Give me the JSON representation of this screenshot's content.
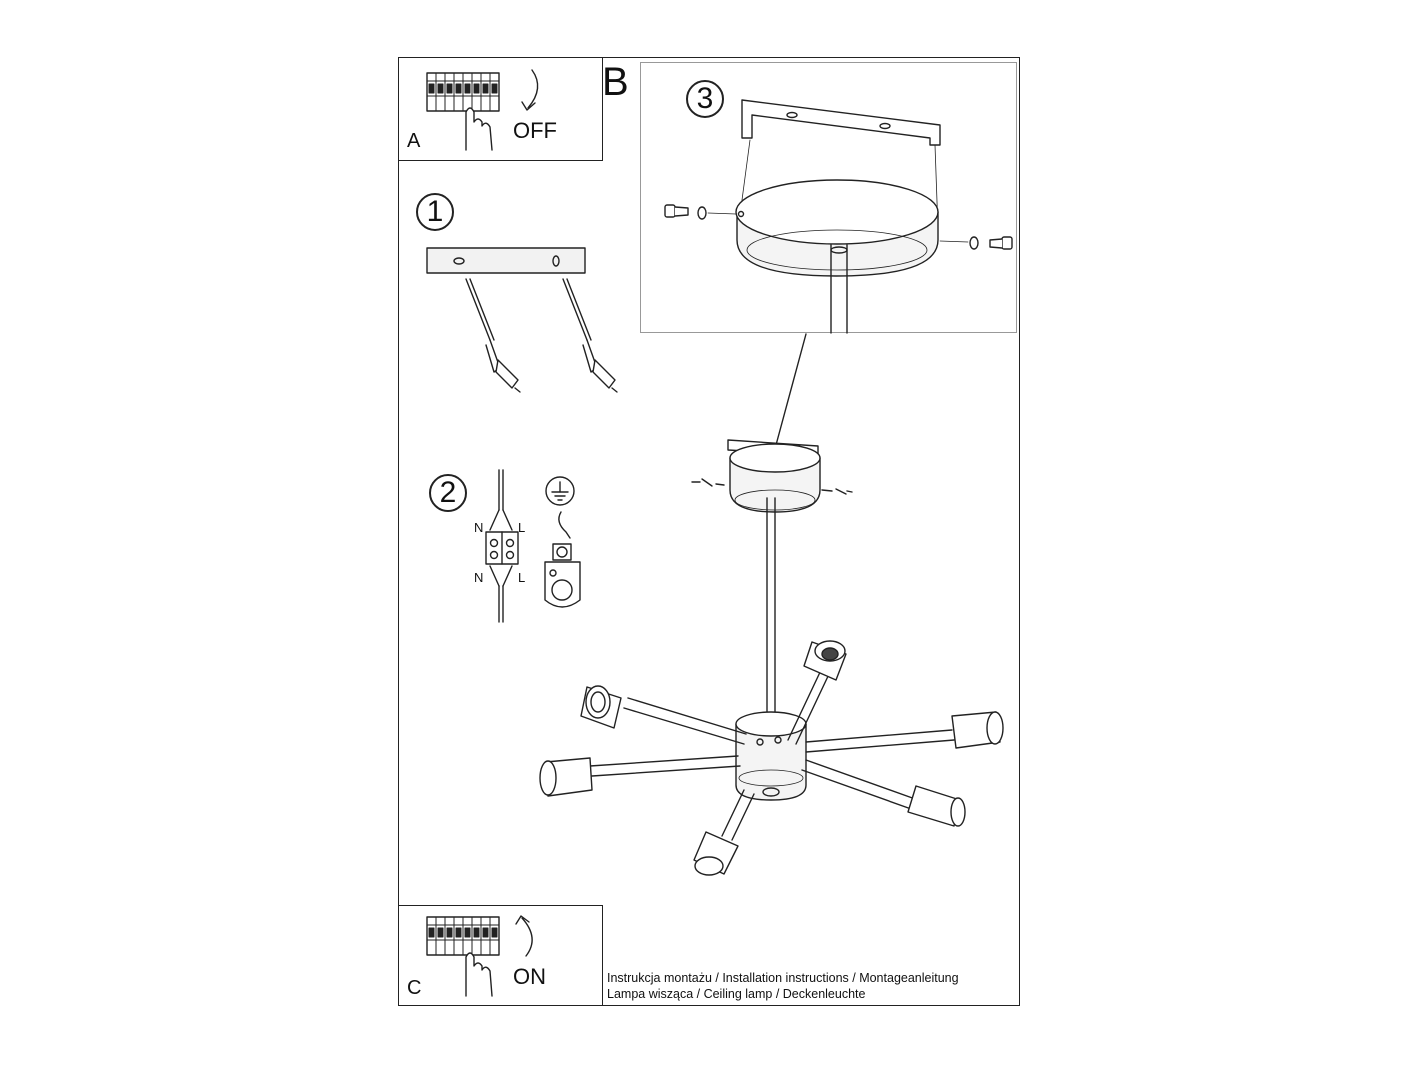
{
  "panel_a": {
    "letter": "A",
    "state_label": "OFF"
  },
  "panel_b": {
    "letter": "B"
  },
  "panel_c": {
    "letter": "C",
    "state_label": "ON"
  },
  "steps": [
    "1",
    "2",
    "3"
  ],
  "wiring": {
    "neutral": "N",
    "live": "L"
  },
  "footer": {
    "line1": "Instrukcja montażu / Installation instructions / Montageanleitung",
    "line2": "Lampa wisząca / Ceiling lamp / Deckenleuchte"
  },
  "colors": {
    "line": "#222222",
    "light_fill": "#f2f2f2"
  },
  "icons": [
    "breaker-panel-icon",
    "hand-icon",
    "curved-arrow-icon",
    "ground-symbol-icon"
  ]
}
